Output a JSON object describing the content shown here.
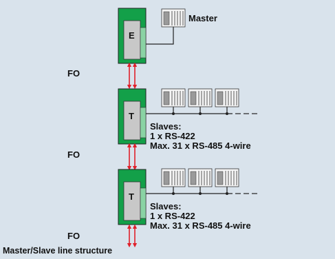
{
  "master_label": "Master",
  "fo_labels": [
    "FO",
    "FO",
    "FO"
  ],
  "modules": [
    {
      "letter": "E",
      "role": "master"
    },
    {
      "letter": "T",
      "role": "slave-segment"
    },
    {
      "letter": "T",
      "role": "slave-segment"
    }
  ],
  "slave_groups": [
    {
      "line1": "Slaves:",
      "line2": "1 x RS-422",
      "line3": "Max. 31 x RS-485 4-wire"
    },
    {
      "line1": "Slaves:",
      "line2": "1 x RS-422",
      "line3": "Max. 31 x RS-485 4-wire"
    }
  ],
  "footer": "Master/Slave line structure",
  "colors": {
    "background": "#d9e3ec",
    "module_green": "#13a049",
    "module_body": "#c8c8c8",
    "fiber_arrow": "#e0202a",
    "wire": "#222222"
  }
}
